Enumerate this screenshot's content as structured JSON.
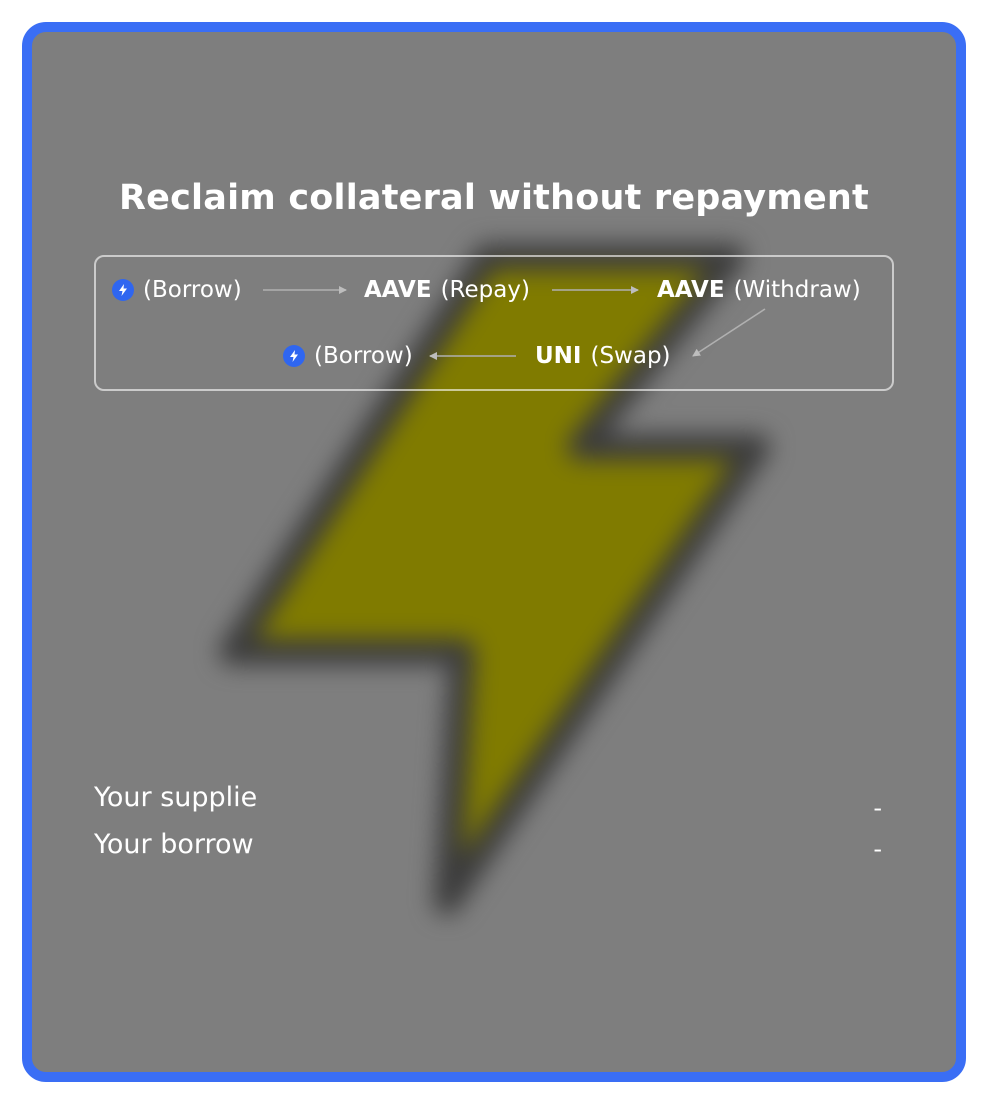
{
  "card": {
    "title": "Reclaim collateral without repayment",
    "background_icon": "lightning-bolt-icon",
    "colors": {
      "border": "#3a6ef5",
      "background": "#7e7e7e",
      "bolt": "#807b00",
      "flash_badge": "#2f66f0"
    }
  },
  "flow": {
    "steps": [
      {
        "icon": "flash-loan-icon",
        "token": "",
        "action": "(Borrow)"
      },
      {
        "icon": "",
        "token": "AAVE",
        "action": "(Repay)"
      },
      {
        "icon": "",
        "token": "AAVE",
        "action": "(Withdraw)"
      },
      {
        "icon": "",
        "token": "UNI",
        "action": "(Swap)"
      },
      {
        "icon": "flash-loan-icon",
        "token": "",
        "action": "(Borrow)"
      }
    ]
  },
  "stats": {
    "supplies": {
      "label": "Your supplie",
      "value": "-"
    },
    "borrow": {
      "label": "Your borrow",
      "value": "-"
    }
  }
}
